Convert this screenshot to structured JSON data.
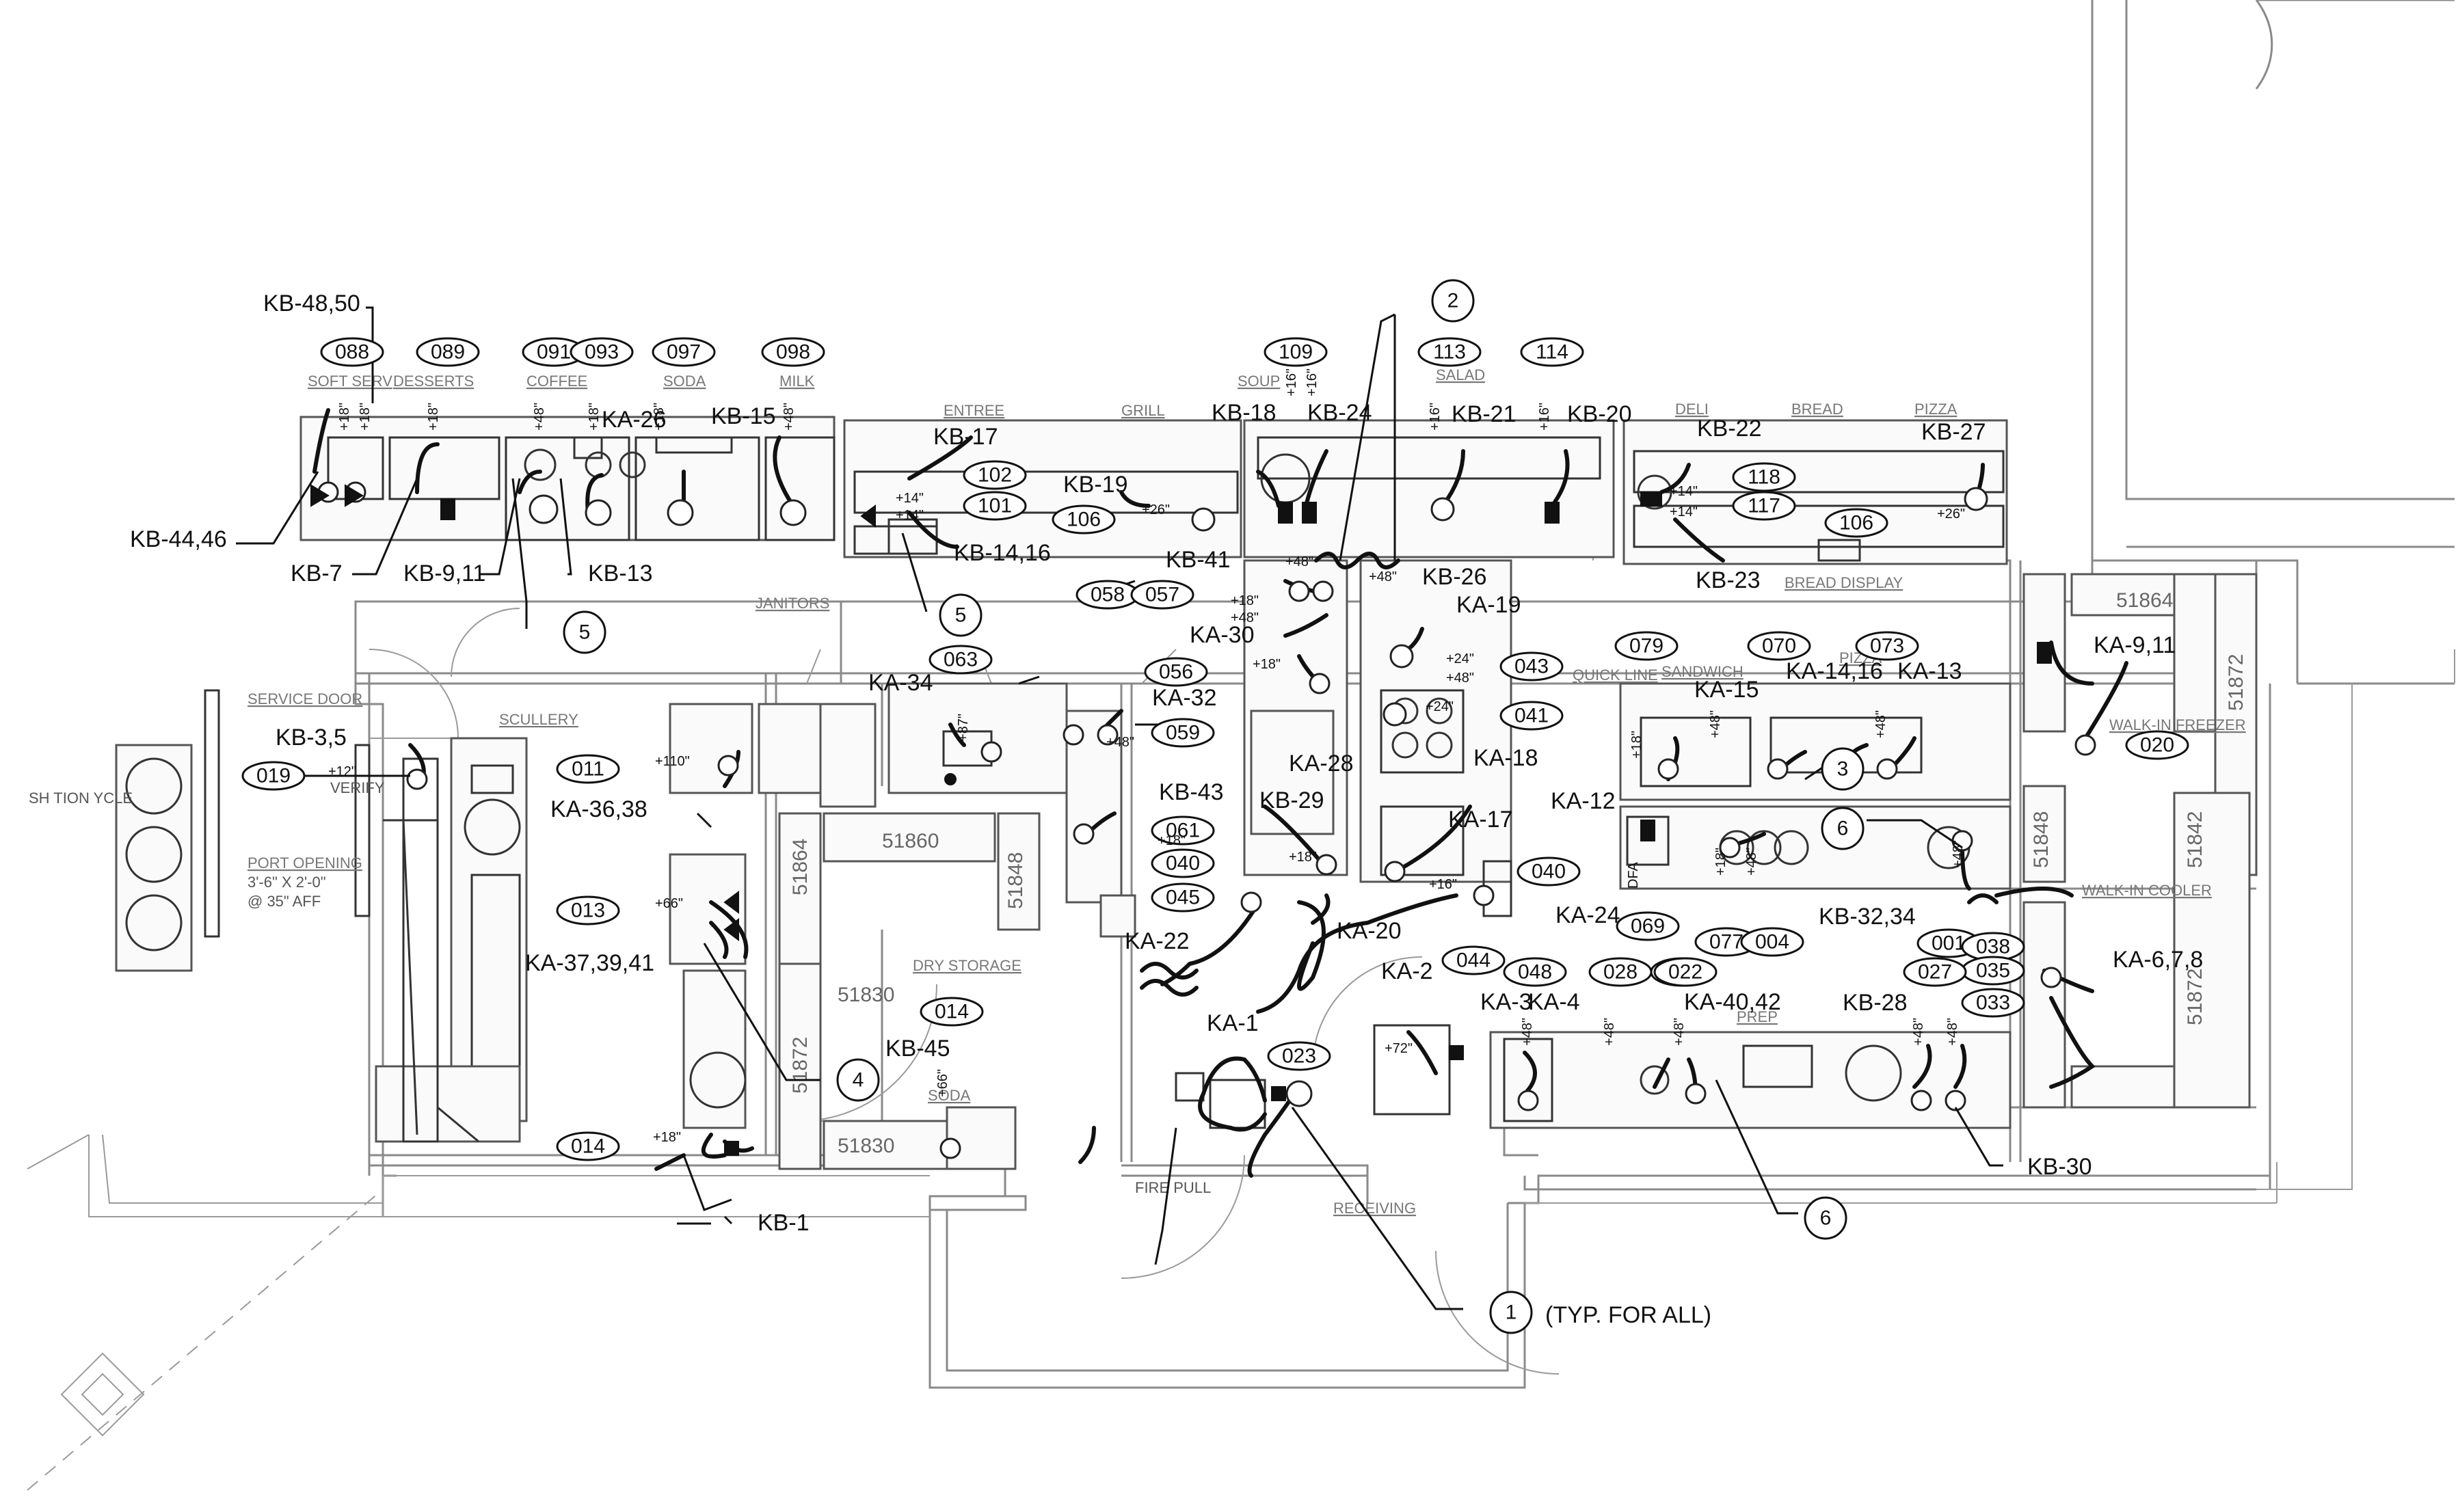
{
  "rooms": {
    "soft_serve": "SOFT SERV",
    "desserts": "DESSERTS",
    "coffee": "COFFEE",
    "soda": "SODA",
    "milk": "MILK",
    "entree": "ENTREE",
    "grill": "GRILL",
    "soup": "SOUP",
    "salad": "SALAD",
    "deli": "DELI",
    "bread": "BREAD",
    "pizza": "PIZZA",
    "bread_display": "BREAD DISPLAY",
    "janitors": "JANITORS",
    "scullery": "SCULLERY",
    "service_door": "SERVICE DOOR",
    "port_opening": "PORT OPENING",
    "port_size": "3'-6\" X 2'-0\"",
    "port_aff": "@ 35\" AFF",
    "dry_storage": "DRY STORAGE",
    "soda_lower": "SODA",
    "receiving": "RECEIVING",
    "quick_line": "QUICK LINE",
    "sandwich": "SANDWICH",
    "pizza_lower": "PIZZA",
    "prep": "PREP",
    "walk_in_freezer": "WALK-IN FREEZER",
    "walk_in_cooler": "WALK-IN COOLER",
    "recycle_partial": "SH TION YCLE",
    "fire_pull": "FIRE PULL",
    "verify": "VERIFY",
    "dfa": "DFA"
  },
  "equipment_numbers": [
    "51860",
    "51848",
    "51864",
    "51830",
    "51830",
    "51872",
    "51864",
    "51872",
    "51848",
    "51842",
    "51872"
  ],
  "callouts": [
    "KB-48,50",
    "KB-44,46",
    "KB-7",
    "KB-9,11",
    "KB-13",
    "KA-26",
    "KB-15",
    "KB-17",
    "KB-14,16",
    "KB-19",
    "KB-18",
    "KB-24",
    "KB-21",
    "KB-20",
    "KB-22",
    "KB-23",
    "KB-27",
    "KB-41",
    "KA-30",
    "KB-26",
    "KA-19",
    "KA-34",
    "KA-32",
    "KB-3,5",
    "KA-36,38",
    "KA-37,39,41",
    "KB-43",
    "KB-29",
    "KA-28",
    "KA-18",
    "KA-17",
    "KA-22",
    "KA-20",
    "KA-1",
    "KA-2",
    "KA-3",
    "KA-4",
    "KA-40,42",
    "KB-45",
    "KB-1",
    "KA-15",
    "KA-14,16",
    "KA-13",
    "KA-12",
    "KA-24",
    "KB-32,34",
    "KA-9,11",
    "KA-6,7,8",
    "KB-28",
    "KB-30"
  ],
  "tags": [
    "088",
    "089",
    "091",
    "093",
    "097",
    "098",
    "109",
    "113",
    "114",
    "102",
    "101",
    "106",
    "118",
    "117",
    "106",
    "058",
    "057",
    "043",
    "041",
    "056",
    "059",
    "063",
    "061",
    "040",
    "045",
    "044",
    "040",
    "079",
    "070",
    "073",
    "069",
    "077",
    "004",
    "001",
    "038",
    "035",
    "033",
    "048",
    "028",
    "027",
    "027",
    "022",
    "020",
    "019",
    "011",
    "013",
    "014",
    "014",
    "023"
  ],
  "keynotes": [
    "2",
    "5",
    "5",
    "4",
    "1",
    "6",
    "6",
    "3"
  ],
  "typical_note": "(TYP. FOR ALL)",
  "heights": [
    "+18\"",
    "+18\"",
    "+18\"",
    "+48\"",
    "+18\"",
    "+18\"",
    "+48\"",
    "+14\"",
    "+14\"",
    "+26\"",
    "+16\"",
    "+16\"",
    "+16\"",
    "+16\"",
    "+14\"",
    "+14\"",
    "+26\"",
    "+48\"",
    "+18\"",
    "+48\"",
    "+48\"",
    "+24\"",
    "+48\"",
    "+18\"",
    "+24\"",
    "+87\"",
    "+48\"",
    "+18\"",
    "+18\"",
    "+16\"",
    "+12\"",
    "+110\"",
    "+66\"",
    "+66\"",
    "+18\"",
    "+72\"",
    "+18\"",
    "+48\"",
    "+18\"",
    "+48\"",
    "+48\"",
    "+48\"",
    "+48\"",
    "+48\"",
    "+48\"",
    "+48\"",
    "+48\""
  ]
}
